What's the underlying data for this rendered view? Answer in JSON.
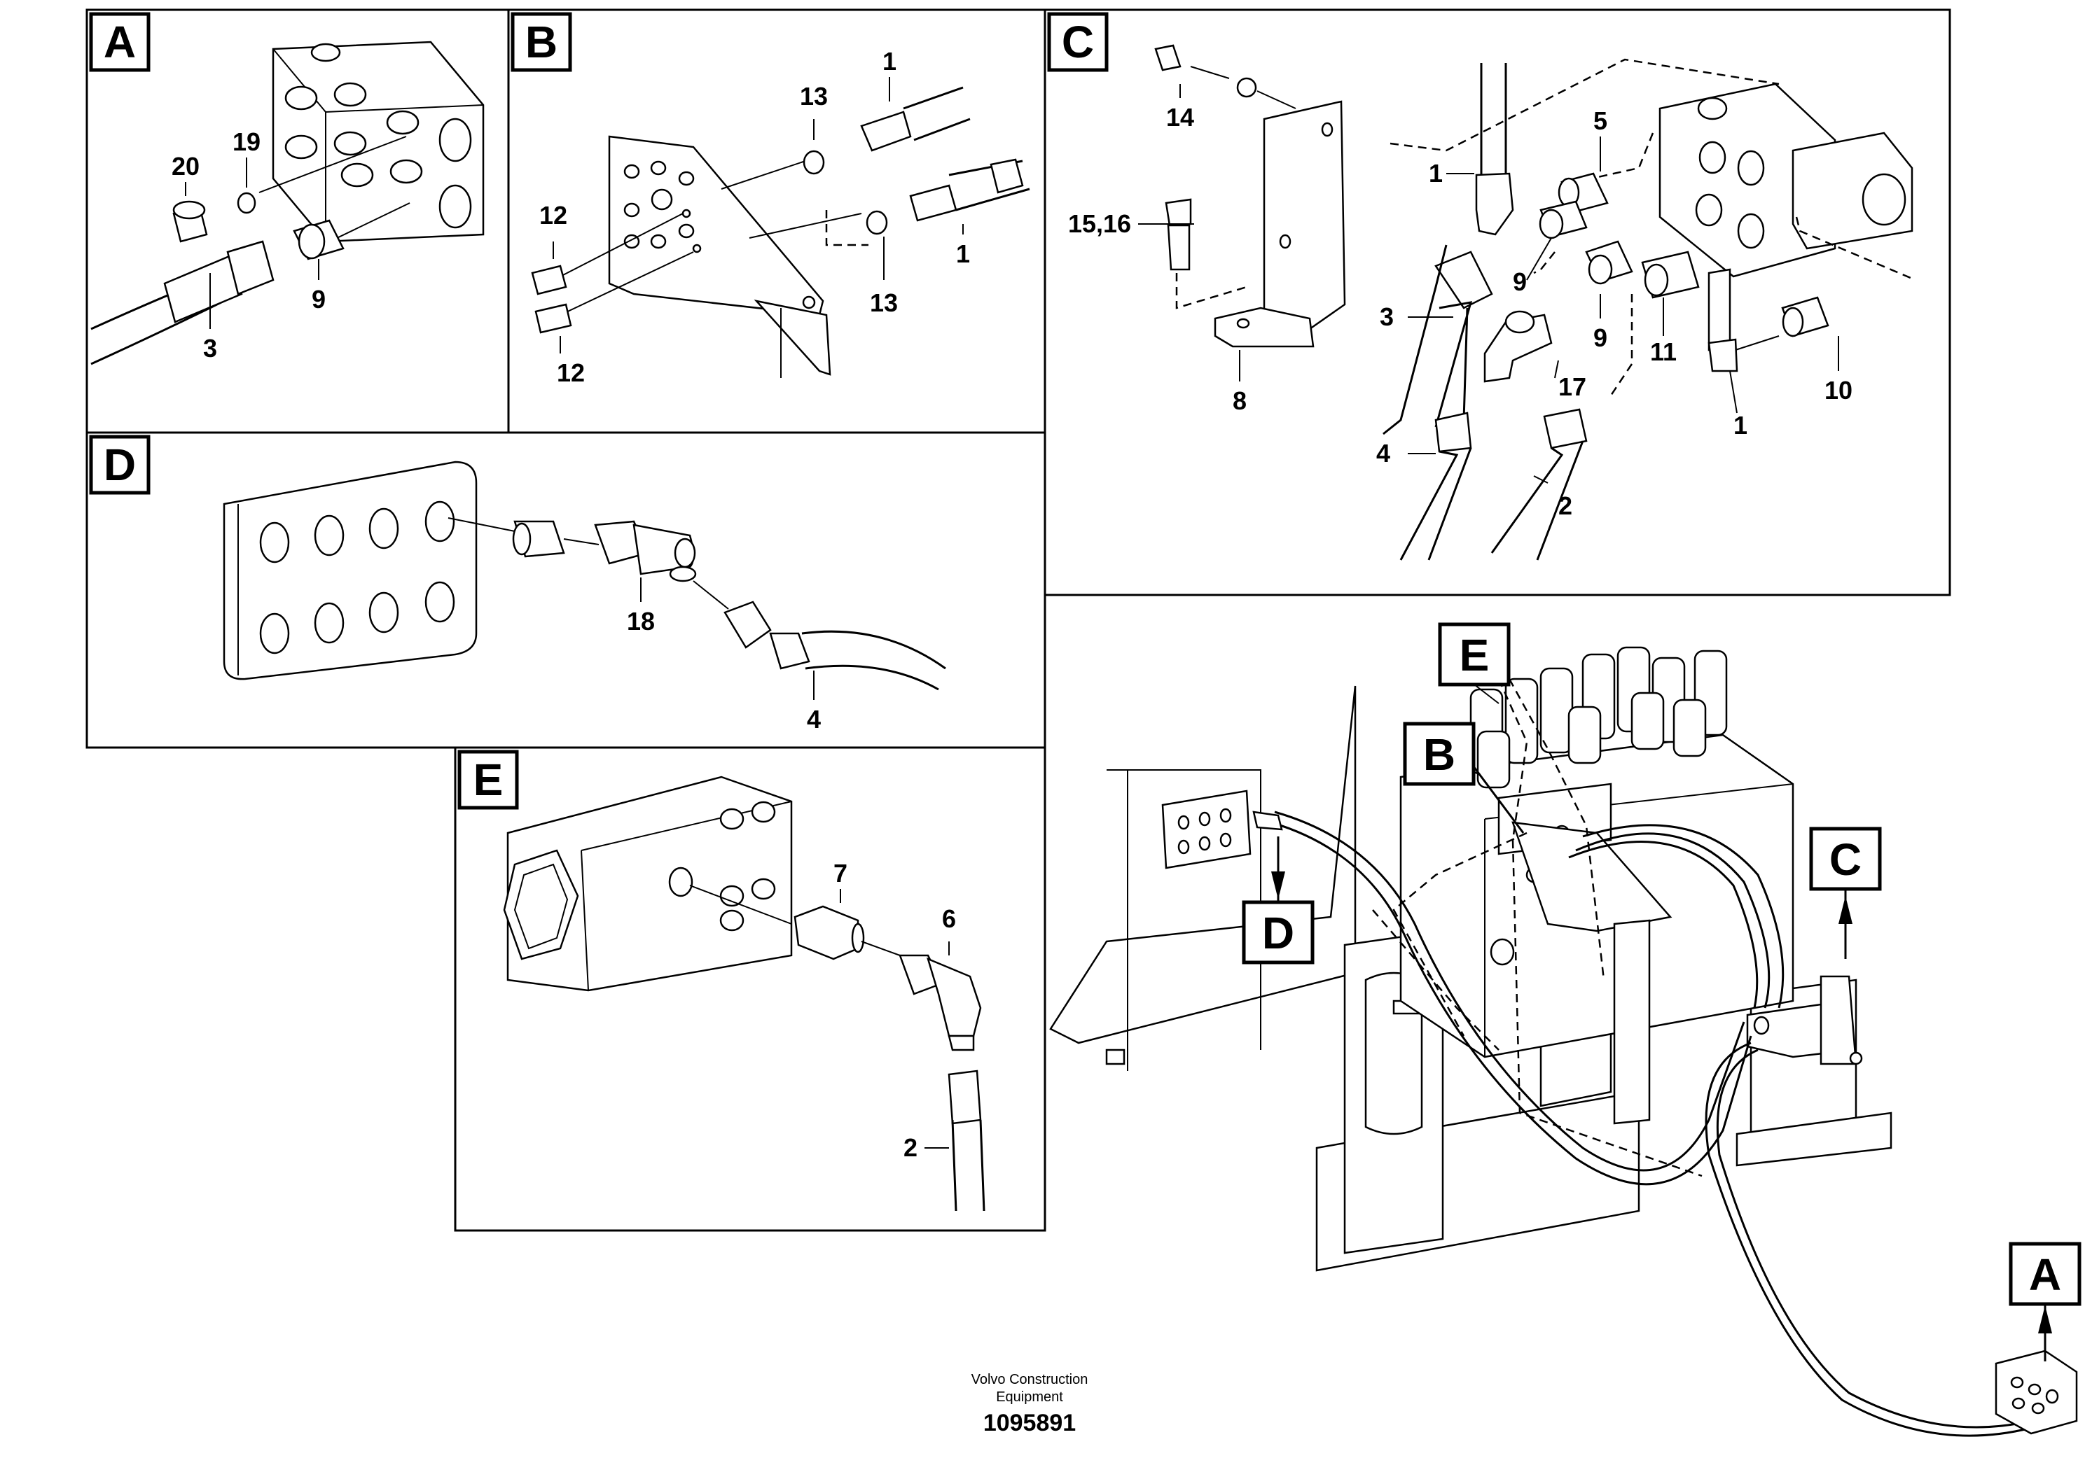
{
  "panels": {
    "a": {
      "tag": "A",
      "callouts": [
        "20",
        "19",
        "3",
        "9"
      ]
    },
    "b": {
      "tag": "B",
      "callouts": [
        "13",
        "1",
        "12",
        "12",
        "13",
        "1"
      ]
    },
    "c": {
      "tag": "C",
      "callouts": [
        "14",
        "15,16",
        "8",
        "1",
        "5",
        "3",
        "9",
        "9",
        "11",
        "1",
        "10",
        "17",
        "4",
        "2"
      ]
    },
    "d": {
      "tag": "D",
      "callouts": [
        "18",
        "4"
      ]
    },
    "e": {
      "tag": "E",
      "callouts": [
        "7",
        "6",
        "2"
      ]
    }
  },
  "overview": {
    "tags": [
      "E",
      "B",
      "C",
      "D",
      "A"
    ]
  },
  "footer": {
    "company_line1": "Volvo Construction",
    "company_line2": "Equipment",
    "drawing_number": "1095891"
  },
  "colors": {
    "ink": "#000000",
    "paper": "#ffffff"
  }
}
